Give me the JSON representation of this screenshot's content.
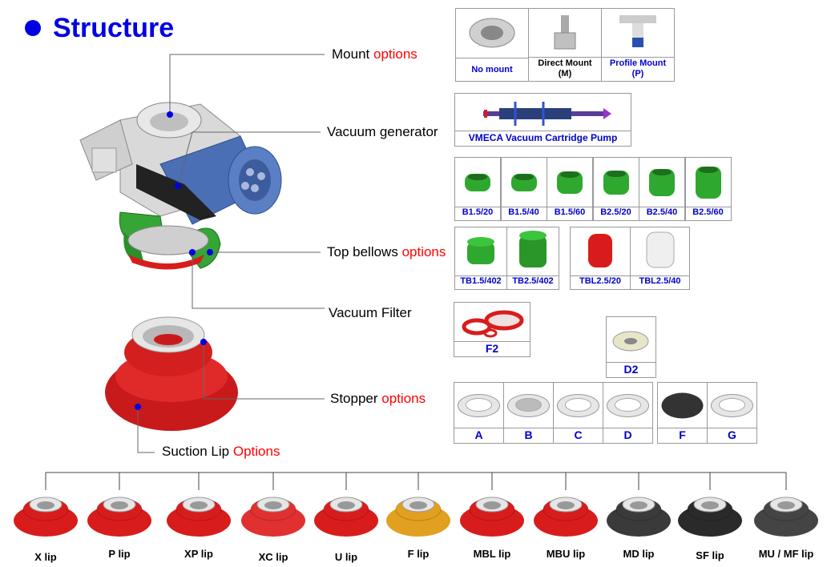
{
  "title": "Structure",
  "callouts": {
    "mount": {
      "text": "Mount",
      "highlight": "options"
    },
    "vacuum_generator": {
      "text": "Vacuum generator"
    },
    "top_bellows": {
      "text": "Top bellows",
      "highlight": "options"
    },
    "vacuum_filter": {
      "text": "Vacuum Filter"
    },
    "stopper": {
      "text": "Stopper",
      "highlight": "options"
    },
    "suction_lip": {
      "text": "Suction Lip",
      "highlight": "Options"
    }
  },
  "mount_options": [
    {
      "label": "No mount",
      "color": "blue"
    },
    {
      "label": "Direct Mount\n(M)",
      "color": "black"
    },
    {
      "label": "Profile Mount\n(P)",
      "color": "blue"
    }
  ],
  "vacuum_pump": {
    "label": "VMECA Vacuum Cartridge Pump"
  },
  "bellows_options": [
    "B1.5/20",
    "B1.5/40",
    "B1.5/60",
    "B2.5/20",
    "B2.5/40",
    "B2.5/60"
  ],
  "top_bellows_green": [
    "TB1.5/402",
    "TB2.5/402"
  ],
  "top_bellows_other": [
    "TBL2.5/20",
    "TBL2.5/40"
  ],
  "filter_options": [
    "F2",
    "D2"
  ],
  "stopper_options_a": [
    "A",
    "B",
    "C",
    "D"
  ],
  "stopper_options_b": [
    "F",
    "G"
  ],
  "lip_options": [
    "X lip",
    "P lip",
    "XP lip",
    "XC lip",
    "U lip",
    "F lip",
    "MBL lip",
    "MBU lip",
    "MD lip",
    "SF lip",
    "MU / MF lip"
  ],
  "colors": {
    "title_blue": "#0000e6",
    "caption_blue": "#0000cc",
    "highlight_red": "#ff0000",
    "part_red": "#d81c1c",
    "part_green": "#2fa82f",
    "part_blue": "#3a5ea8"
  }
}
